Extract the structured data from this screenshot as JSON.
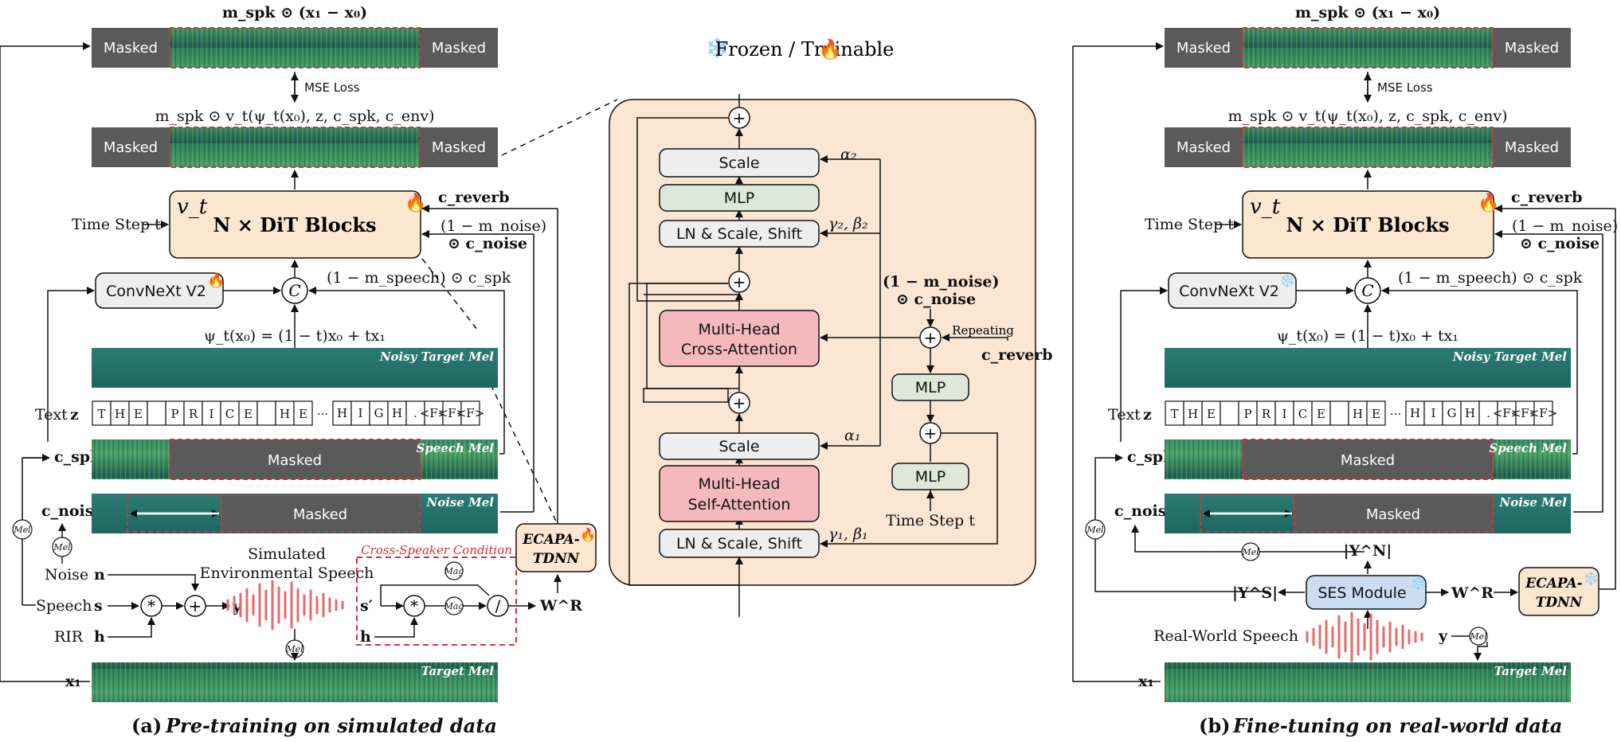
{
  "legend": {
    "frozen_icon": "snowflake-icon",
    "trainable_icon": "flame-icon",
    "text": "Frozen / Trainable"
  },
  "colors": {
    "mask_gray": "#5a5a5a",
    "mask_border": "#d9303a",
    "dit_fill": "#fbe6d0",
    "center_fill": "#fae6d2",
    "scale_fill": "#eeeeee",
    "mlp_fill": "#dde8d8",
    "attn_fill": "#f5b8bd",
    "ses_fill": "#c9dcf2",
    "mel_green": "#3e8f5a",
    "wave_red": "#e86a6a"
  },
  "panel_a": {
    "caption_prefix": "(a)",
    "caption": "Pre-training on simulated data",
    "top_expr": "m_spk ⊙ (x₁ − x₀)",
    "masked": "Masked",
    "mse": "MSE Loss",
    "pred_expr": "m_spk ⊙ v_t(ψ_t(x₀), z, c_spk, c_env)",
    "dit_vt": "v_t",
    "dit_title": "N × DiT Blocks",
    "time_step": "Time Step t",
    "c_reverb": "c_reverb",
    "noise_expr_1": "(1 − m_noise)",
    "noise_expr_2": "⊙ c_noise",
    "convnext": "ConvNeXt V2",
    "concat": "C",
    "speech_expr": "(1 − m_speech) ⊙ c_spk",
    "psi_expr": "ψ_t(x₀) = (1 − t)x₀ + tx₁",
    "noisy_target": "Noisy Target Mel",
    "text_label": "Text",
    "z_label": "z",
    "tokens": [
      "T",
      "H",
      "E",
      "",
      "P",
      "R",
      "I",
      "C",
      "E",
      "",
      "H",
      "E"
    ],
    "tokens2": [
      "H",
      "I",
      "G",
      "H",
      ".",
      "<F>",
      "<F>",
      "<F>"
    ],
    "ellipsis": "···",
    "c_spk": "c_spk",
    "speech_mel": "Speech Mel",
    "c_noise": "c_noise",
    "noise_mel": "Noise Mel",
    "mel": "Mel",
    "mag": "Mag",
    "noise": "Noise",
    "n": "n",
    "speech": "Speech",
    "s": "s",
    "rir": "RIR",
    "h": "h",
    "y": "y",
    "sim_1": "Simulated",
    "sim_2": "Environmental Speech",
    "cross_speaker": "Cross-Speaker Condition",
    "s_prime": "s′",
    "h2": "h",
    "w_r": "W^R",
    "ecapa_1": "ECAPA-",
    "ecapa_2": "TDNN",
    "x1": "x₁",
    "target_mel": "Target Mel"
  },
  "center": {
    "scale": "Scale",
    "mlp": "MLP",
    "ln": "LN & Scale, Shift",
    "cross_1": "Multi-Head",
    "cross_2": "Cross-Attention",
    "self_1": "Multi-Head",
    "self_2": "Self-Attention",
    "alpha2": "α₂",
    "gb2": "γ₂, β₂",
    "alpha1": "α₁",
    "gb1": "γ₁, β₁",
    "noise_1": "(1 − m_noise)",
    "noise_2": "⊙ c_noise",
    "repeating": "Repeating",
    "c_reverb": "c_reverb",
    "time_step": "Time Step t"
  },
  "panel_b": {
    "caption_prefix": "(b)",
    "caption": "Fine-tuning on real-world data",
    "ses": "SES Module",
    "y_s": "|Y^S|",
    "y_n": "|Y^N|",
    "w_r": "W^R",
    "real_world": "Real-World Speech",
    "y": "y"
  }
}
